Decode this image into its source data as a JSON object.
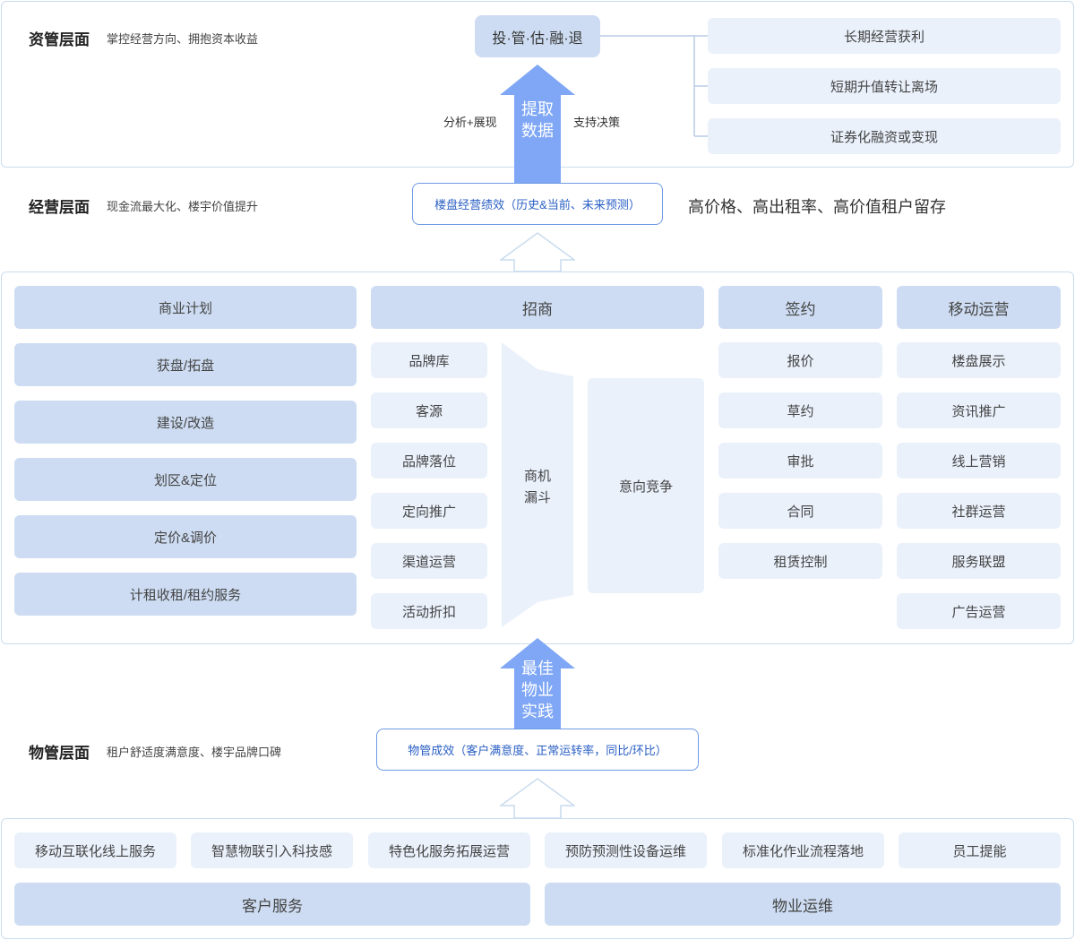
{
  "asset_layer": {
    "title": "资管层面",
    "desc": "掌控经营方向、拥抱资本收益",
    "center_box": "投·管·估·融·退",
    "outcomes": [
      "长期经营获利",
      "短期升值转让离场",
      "证券化融资或变现"
    ],
    "arrow_lines": [
      "提取",
      "数据"
    ],
    "left_note": "分析+展现",
    "right_note": "支持决策"
  },
  "ops_layer": {
    "title": "经营层面",
    "desc": "现金流最大化、楼宇价值提升",
    "kpi_box": "楼盘经营绩效（历史&当前、未来预测）",
    "goals": "高价格、高出租率、高价值租户留存"
  },
  "business": {
    "plan": {
      "header": "商业计划",
      "items": [
        "获盘/拓盘",
        "建设/改造",
        "划区&定位",
        "定价&调价",
        "计租收租/租约服务"
      ]
    },
    "leasing": {
      "header": "招商",
      "items": [
        "品牌库",
        "客源",
        "品牌落位",
        "定向推广",
        "渠道运营",
        "活动折扣"
      ],
      "funnel": [
        "商机",
        "漏斗"
      ],
      "intent": "意向竞争"
    },
    "signing": {
      "header": "签约",
      "items": [
        "报价",
        "草约",
        "审批",
        "合同",
        "租赁控制"
      ]
    },
    "mobile": {
      "header": "移动运营",
      "items": [
        "楼盘展示",
        "资讯推广",
        "线上营销",
        "社群运营",
        "服务联盟",
        "广告运营"
      ]
    }
  },
  "pm_arrow_lines": [
    "最佳",
    "物业",
    "实践"
  ],
  "pm_layer": {
    "title": "物管层面",
    "desc": "租户舒适度满意度、楼宇品牌口碑",
    "kpi_box": "物管成效（客户满意度、正常运转率，同比/环比）",
    "services": [
      "移动互联化线上服务",
      "智慧物联引入科技感",
      "特色化服务拓展运营",
      "预防预测性设备运维",
      "标准化作业流程落地",
      "员工提能"
    ],
    "bottom": [
      "客户服务",
      "物业运维"
    ]
  },
  "colors": {
    "border": "#c9dcee",
    "box_dark": "#cddcf2",
    "box_light": "#eaf1fb",
    "arrow": "#7fa7f5",
    "kpi_text": "#2a5fc4"
  }
}
